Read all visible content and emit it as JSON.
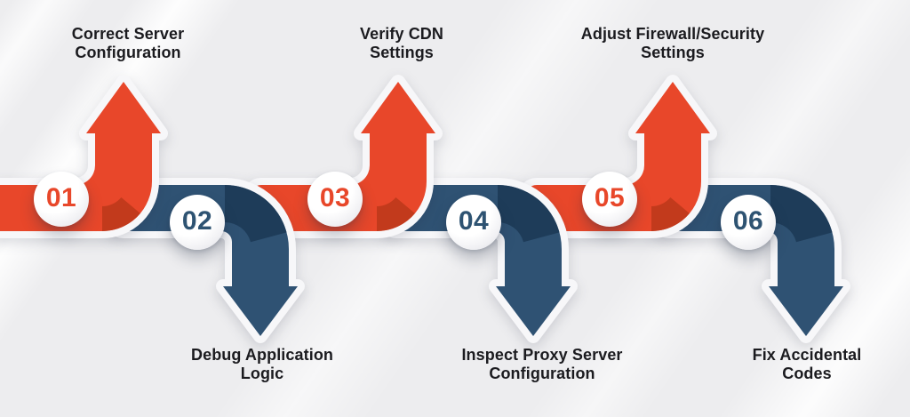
{
  "steps": [
    {
      "number": "01",
      "direction": "up",
      "label": "Correct Server Configuration",
      "label_line1": "Correct Server",
      "label_line2": "Configuration",
      "color": "#E8472A"
    },
    {
      "number": "02",
      "direction": "down",
      "label": "Debug Application Logic",
      "label_line1": "Debug Application",
      "label_line2": "Logic",
      "color": "#2F5273"
    },
    {
      "number": "03",
      "direction": "up",
      "label": "Verify CDN Settings",
      "label_line1": "Verify CDN",
      "label_line2": "Settings",
      "color": "#E8472A"
    },
    {
      "number": "04",
      "direction": "down",
      "label": "Inspect Proxy Server Configuration",
      "label_line1": "Inspect Proxy Server",
      "label_line2": "Configuration",
      "color": "#2F5273"
    },
    {
      "number": "05",
      "direction": "up",
      "label": "Adjust Firewall/Security Settings",
      "label_line1": "Adjust Firewall/Security",
      "label_line2": "Settings",
      "color": "#E8472A"
    },
    {
      "number": "06",
      "direction": "down",
      "label": "Fix Accidental Codes",
      "label_line1": "Fix Accidental",
      "label_line2": "Codes",
      "color": "#2F5273"
    }
  ],
  "colors": {
    "orange": "#E8472A",
    "orange_shade": "#C23A1C",
    "blue": "#2F5273",
    "blue_shade": "#1E3C59",
    "label_text": "#1B1B1F",
    "background": "#EDEDEF",
    "badge_background": "#FFFFFF"
  },
  "icons": {
    "up_arrow": "elbow-arrow-up-icon",
    "down_arrow": "elbow-arrow-down-icon"
  }
}
